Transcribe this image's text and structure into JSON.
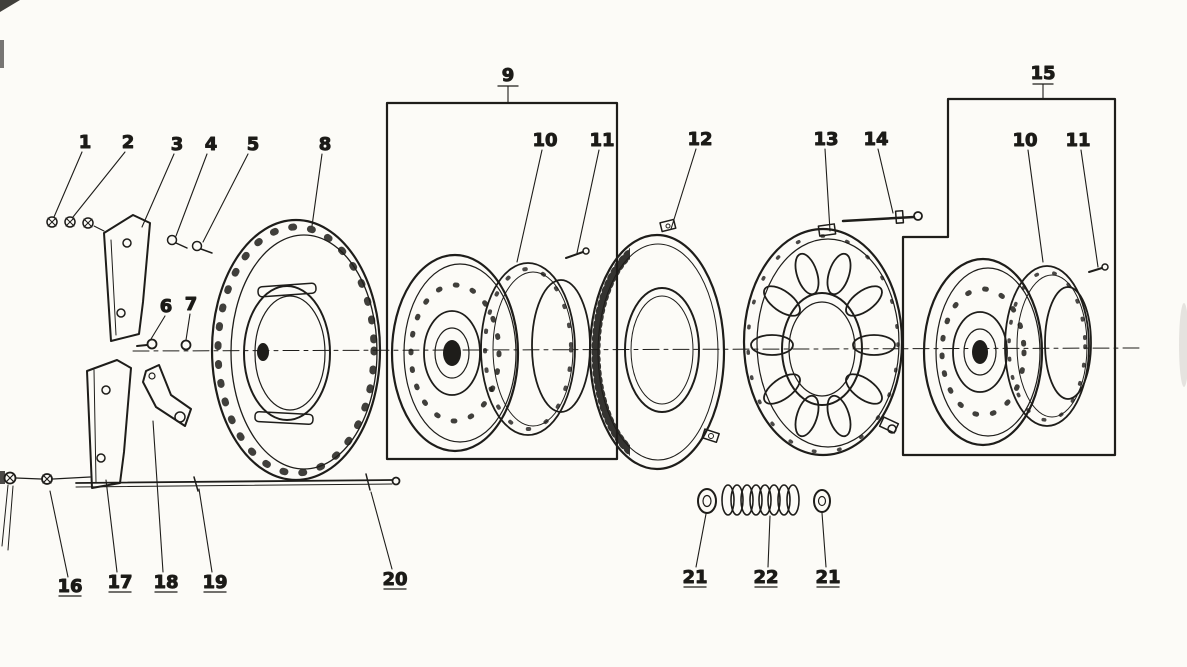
{
  "colors": {
    "ink": "#1e1d1a",
    "paper": "#fcfbf7"
  },
  "labels": {
    "p1": "1",
    "p2": "2",
    "p3": "3",
    "p4": "4",
    "p5": "5",
    "p6": "6",
    "p7": "7",
    "p8": "8",
    "p9": "9",
    "p10a": "10",
    "p11a": "11",
    "p12": "12",
    "p13": "13",
    "p14": "14",
    "p15": "15",
    "p10b": "10",
    "p11b": "11",
    "p16": "16",
    "p17": "17",
    "p18": "18",
    "p19": "19",
    "p20": "20",
    "p21a": "21",
    "p22": "22",
    "p21b": "21"
  }
}
